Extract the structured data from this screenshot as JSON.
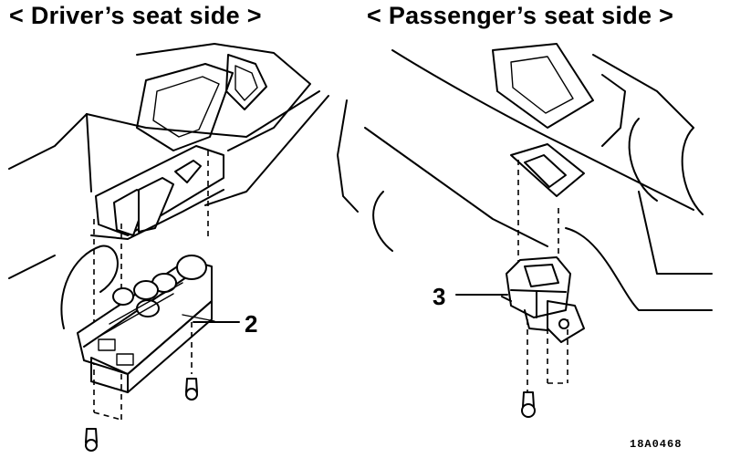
{
  "headings": {
    "left": "< Driver’s seat side >",
    "right": "< Passenger’s seat side >"
  },
  "callouts": {
    "two": "2",
    "three": "3"
  },
  "figure_code": "18A0468"
}
